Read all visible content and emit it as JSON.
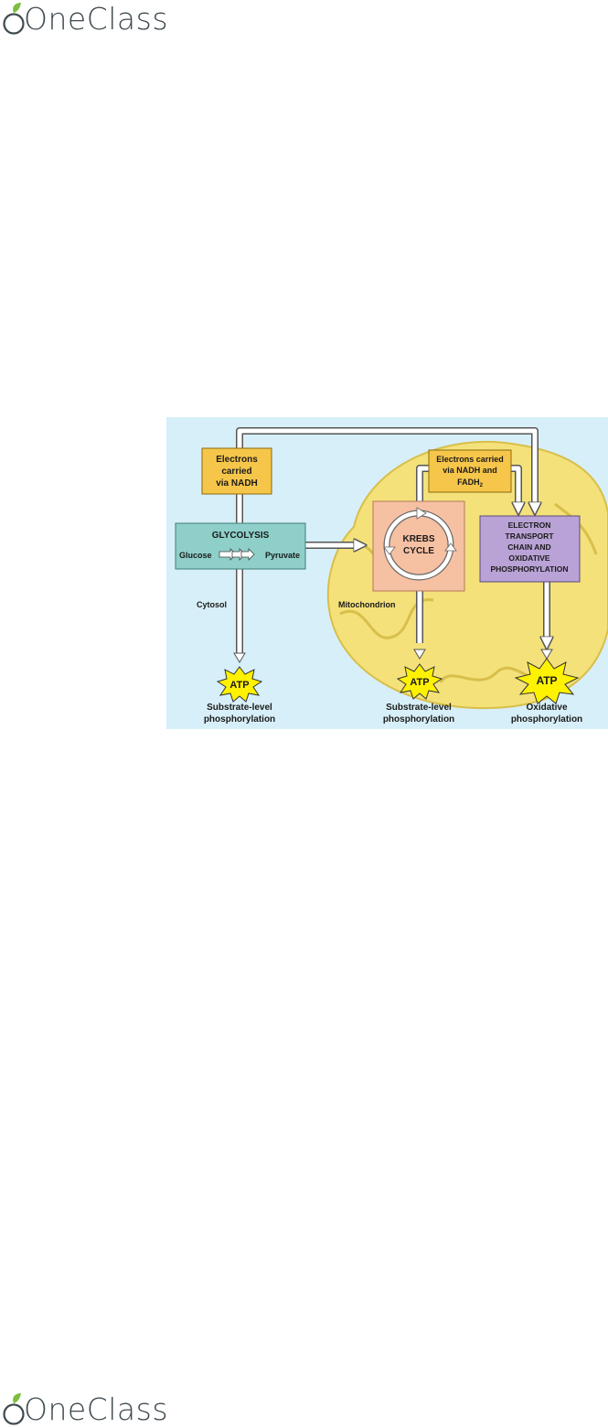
{
  "brand": {
    "name": "OneClass"
  },
  "colors": {
    "background": "#d7eff8",
    "mitochondrion": "#f4e17a",
    "label_box": "#f6c64a",
    "glycolysis_box": "#8ecfc9",
    "krebs_box": "#f6c0a2",
    "etc_box": "#b9a2d6",
    "atp_burst": "#fff200",
    "leaf": "#7bbf3f",
    "apple": "#e84c3d"
  },
  "diagram": {
    "electrons_nadh": [
      "Electrons",
      "carried",
      "via NADH"
    ],
    "electrons_nadh_fadh2": [
      "Electrons carried",
      "via NADH and",
      "FADH",
      "2"
    ],
    "glycolysis": {
      "title": "GLYCOLYSIS",
      "from": "Glucose",
      "to": "Pyruvate"
    },
    "krebs": [
      "KREBS",
      "CYCLE"
    ],
    "etc": [
      "ELECTRON",
      "TRANSPORT",
      "CHAIN AND",
      "OXIDATIVE",
      "PHOSPHORYLATION"
    ],
    "cytosol_label": "Cytosol",
    "mitochondrion_label": "Mitochondrion",
    "atp_label": "ATP",
    "outputs": [
      [
        "Substrate-level",
        "phosphorylation"
      ],
      [
        "Substrate-level",
        "phosphorylation"
      ],
      [
        "Oxidative",
        "phosphorylation"
      ]
    ]
  }
}
